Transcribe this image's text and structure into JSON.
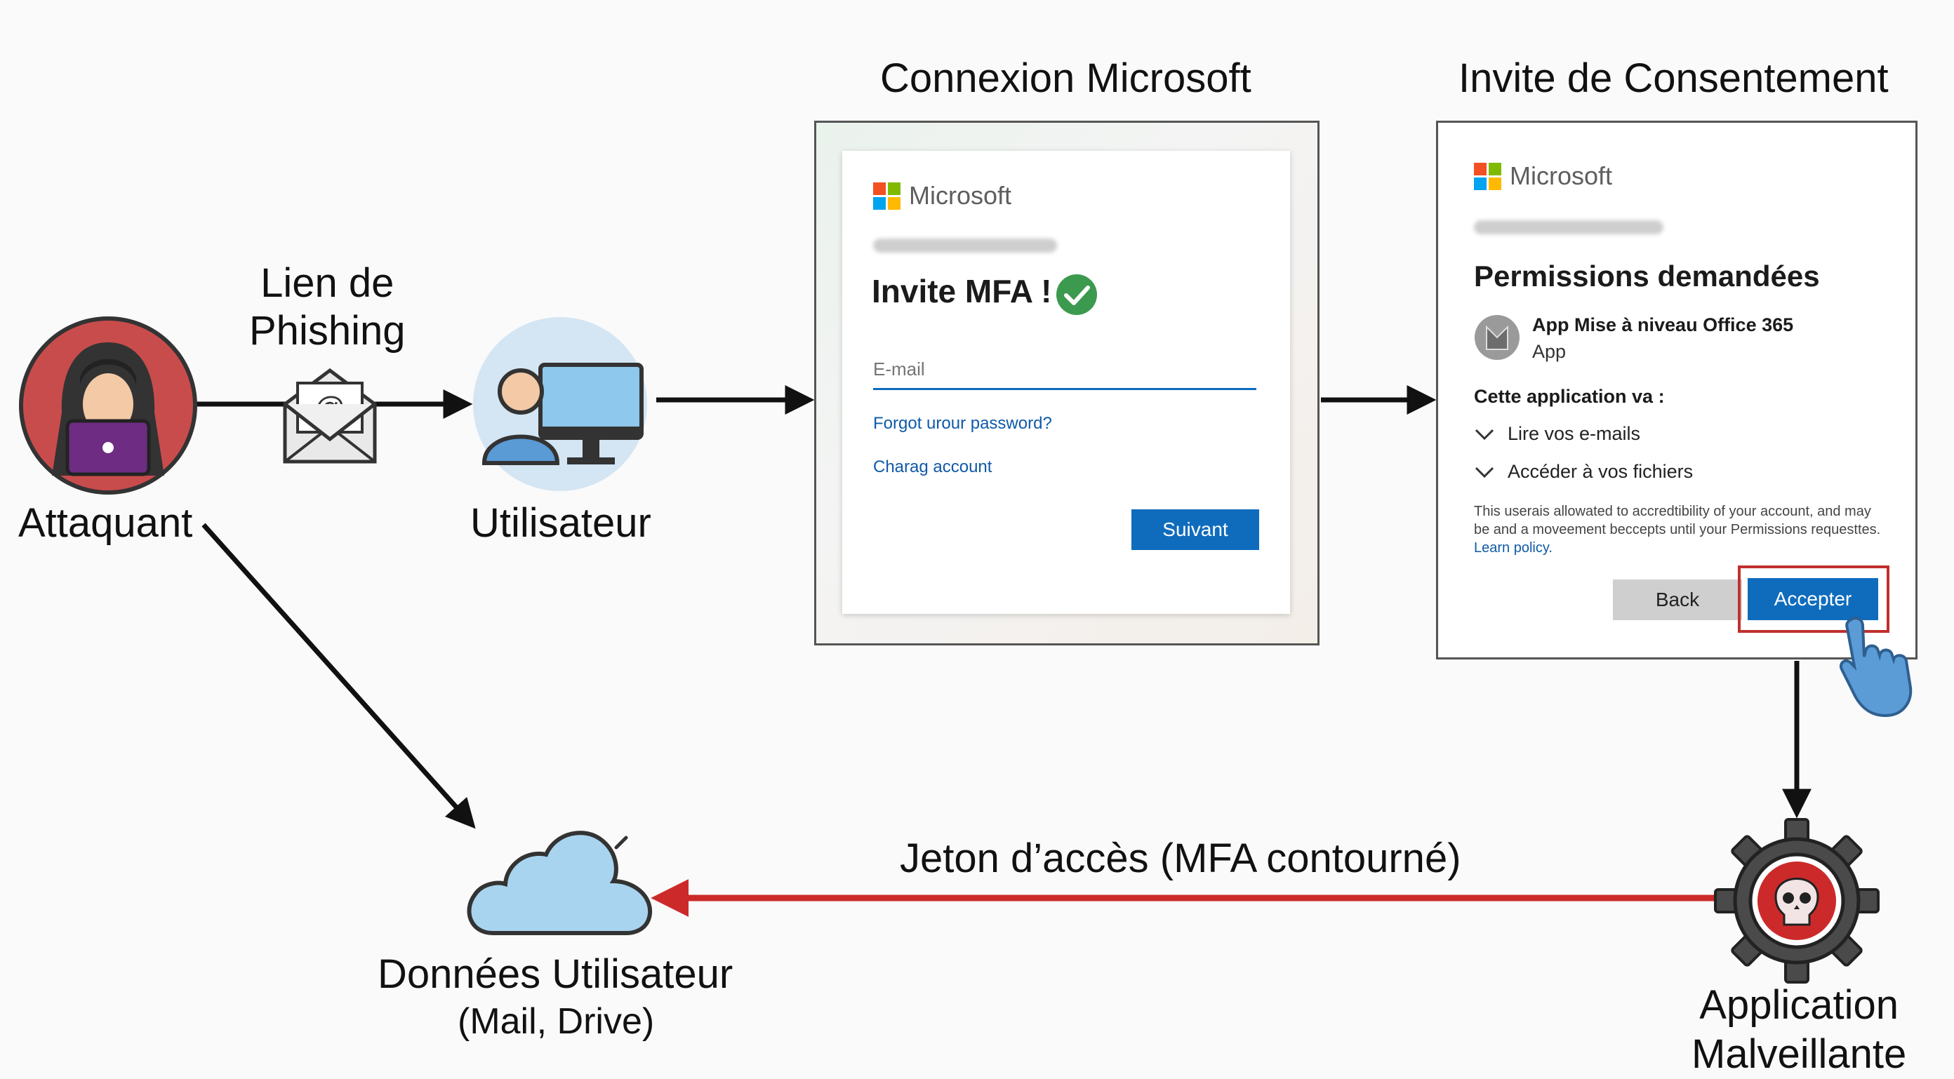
{
  "labels": {
    "attacker": "Attaquant",
    "phishing_link": "Lien de\nPhishing",
    "user": "Utilisateur",
    "login_title": "Connexion Microsoft",
    "consent_title": "Invite de Consentement",
    "token": "Jeton d’accès (MFA contourné)",
    "user_data": "Données Utilisateur",
    "user_data_sub": "(Mail, Drive)",
    "malicious_app": "Application\nMalveillante"
  },
  "login": {
    "brand": "Microsoft",
    "heading": "Invite MFA !",
    "email_placeholder": "E-mail",
    "forgot_link": "Forgot urour password?",
    "account_link": "Charag account",
    "next_button": "Suivant"
  },
  "consent": {
    "brand": "Microsoft",
    "heading": "Permissions demandées",
    "app_name": "App Mise à niveau Office 365",
    "app_type": "App",
    "will_label": "Cette application va :",
    "permissions": [
      "Lire vos e-mails",
      "Accéder à vos fichiers"
    ],
    "disclaimer": "This userais allowated to accredtibility of your account, and may be and a moveement beccepts until your Permissions requesttes.",
    "learn_policy": "Learn policy.",
    "back_button": "Back",
    "accept_button": "Accepter"
  },
  "colors": {
    "attack_red": "#cc2a2a",
    "ms_blue": "#0f6cbd",
    "cloud_blue": "#a9d4ef",
    "highlight": "#c0302e"
  },
  "icons": [
    "hacker-icon",
    "envelope-icon",
    "user-computer-icon",
    "check-icon",
    "app-icon",
    "chevron-down-icon",
    "hand-pointer-icon",
    "cloud-icon",
    "gear-skull-icon"
  ]
}
